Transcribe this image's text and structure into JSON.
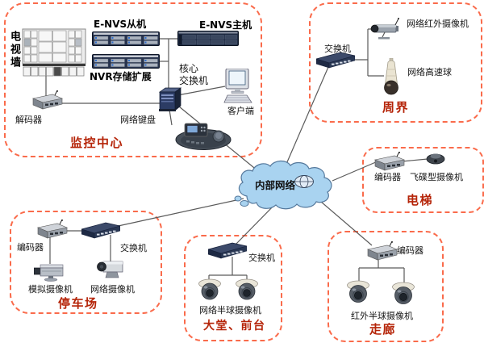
{
  "cloud": {
    "label": "内部网络",
    "icon": "globe-icon"
  },
  "zones": {
    "monitoring_center": {
      "name": "监控中心",
      "tv_wall": "电视墙",
      "envs_slave": "E-NVS从机",
      "envs_master": "E-NVS主机",
      "nvr_storage": "NVR存储扩展",
      "core_switch": "核心\n交换机",
      "client": "客户端",
      "decoder": "解码器",
      "network_keyboard": "网络键盘"
    },
    "perimeter": {
      "name": "周界",
      "switch": "交换机",
      "ir_camera": "网络红外摄像机",
      "speed_dome": "网络高速球"
    },
    "elevator": {
      "name": "电梯",
      "encoder": "编码器",
      "saucer_camera": "飞碟型摄像机"
    },
    "parking": {
      "name": "停车场",
      "encoder": "编码器",
      "switch": "交换机",
      "analog_camera": "模拟摄像机",
      "network_camera": "网络摄像机"
    },
    "lobby": {
      "name": "大堂、前台",
      "switch": "交换机",
      "dome_camera": "网络半球摄像机"
    },
    "corridor": {
      "name": "走廊",
      "encoder": "编码器",
      "dome_camera": "红外半球摄像机"
    }
  },
  "connections": [
    "电视墙-解码器",
    "解码器-核心交换机",
    "E-NVS从机-E-NVS主机",
    "NVR存储扩展-核心交换机",
    "核心交换机-客户端",
    "核心交换机-网络键盘",
    "核心交换机-内部网络",
    "周界交换机-内部网络",
    "周界交换机-网络红外摄像机",
    "周界交换机-网络高速球",
    "内部网络-电梯编码器",
    "电梯编码器-飞碟型摄像机",
    "内部网络-停车场交换机",
    "停车场编码器-停车场交换机",
    "停车场编码器-模拟摄像机",
    "停车场交换机-网络摄像机",
    "内部网络-大堂交换机",
    "大堂交换机-网络半球摄像机x2",
    "内部网络-走廊编码器",
    "走廊编码器-红外半球摄像机x2"
  ],
  "colors": {
    "zone_border": "#fa6b4b",
    "zone_label": "#b52408",
    "cloud_fill": "#a9d3f0",
    "cloud_stroke": "#54789c",
    "line": "#5a5a5a"
  }
}
